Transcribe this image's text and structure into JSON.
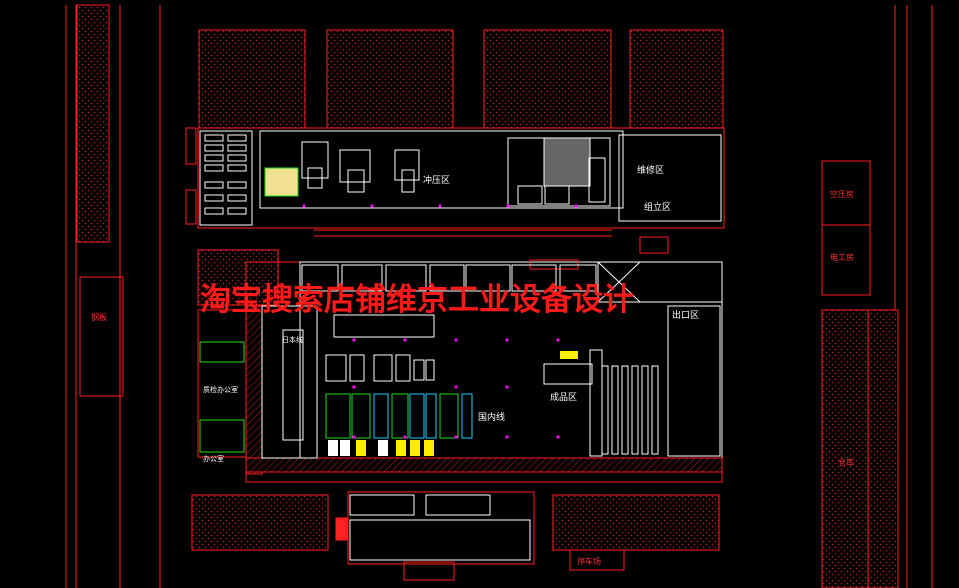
{
  "watermark": "淘宝搜索店铺维京工业设备设计",
  "labels": {
    "stamping_zone": "冲压区",
    "repair_zone": "维修区",
    "assembly_zone": "组立区",
    "air_compressor_room": "空压房",
    "electric_room": "电工房",
    "hatched_label_left": "钢板",
    "warehouse_right": "仓库",
    "finished_goods": "成品区",
    "export_zone": "出口区",
    "domestic_line": "国内线",
    "parking_lot": "停车场",
    "office": "办公室",
    "inspection": "质检办公室",
    "product_zone": "日本线"
  },
  "colors": {
    "background": "#000000",
    "line_red": "#ff2020",
    "line_white": "#ffffff",
    "accent_green": "#22dd22",
    "accent_yellow": "#ffee00",
    "accent_magenta": "#ff00ff",
    "accent_cyan": "#22ccff"
  }
}
